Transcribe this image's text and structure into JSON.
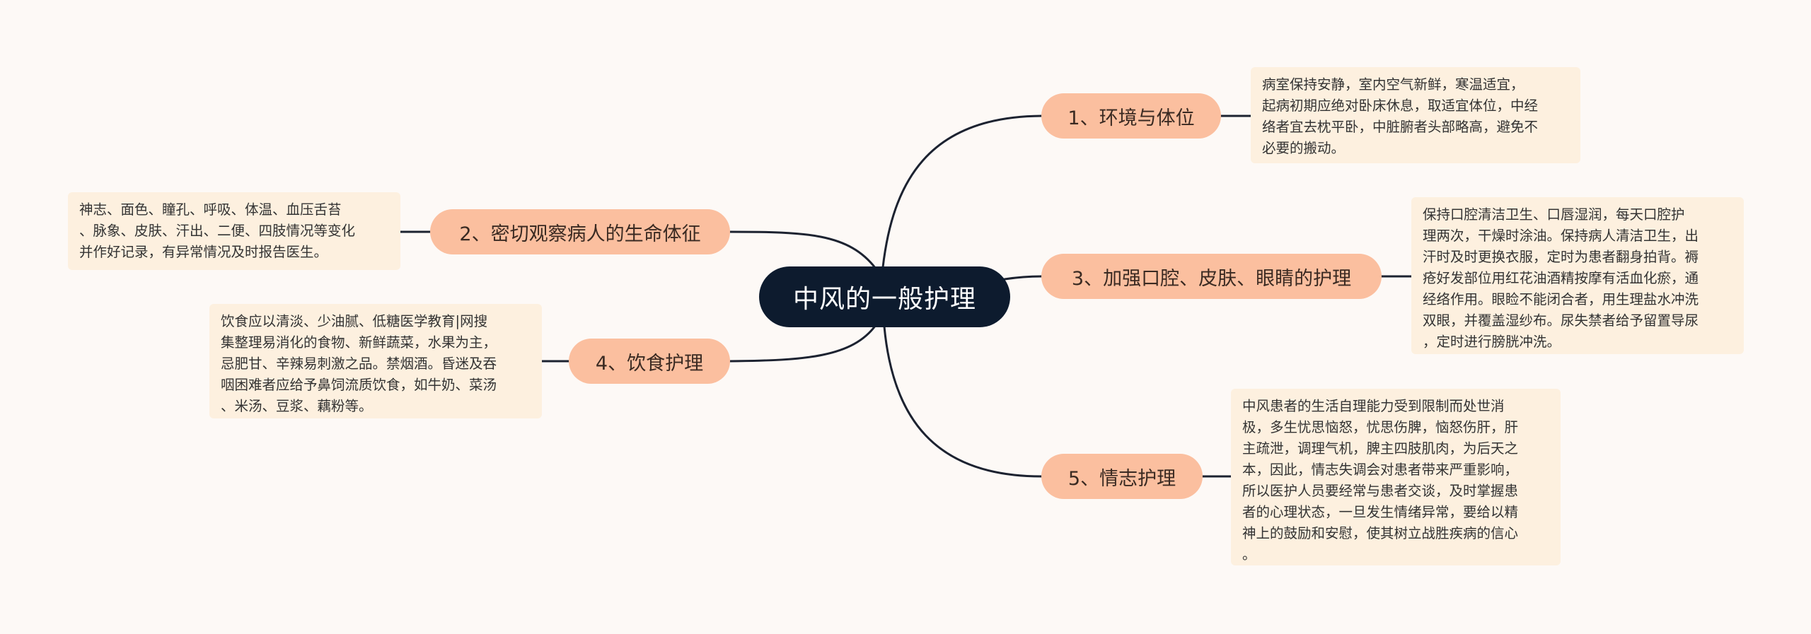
{
  "center": {
    "label": "中风的一般护理"
  },
  "branches": [
    {
      "label": "1、环境与体位",
      "note": "病室保持安静，室内空气新鲜，寒温适宜，\n起病初期应绝对卧床休息，取适宜体位，中经\n络者宜去枕平卧，中脏腑者头部略高，避免不\n必要的搬动。"
    },
    {
      "label": "2、密切观察病人的生命体征",
      "note": "神志、面色、瞳孔、呼吸、体温、血压舌苔\n、脉象、皮肤、汗出、二便、四肢情况等变化\n并作好记录，有异常情况及时报告医生。"
    },
    {
      "label": "3、加强口腔、皮肤、眼睛的护理",
      "note": "保持口腔清洁卫生、口唇湿润，每天口腔护\n理两次，干燥时涂油。保持病人清洁卫生，出\n汗时及时更换衣服，定时为患者翻身拍背。褥\n疮好发部位用红花油酒精按摩有活血化瘀，通\n经络作用。眼睑不能闭合者，用生理盐水冲洗\n双眼，并覆盖湿纱布。尿失禁者给予留置导尿\n，定时进行膀胱冲洗。"
    },
    {
      "label": "4、饮食护理",
      "note": "饮食应以清淡、少油腻、低糖医学教育|网搜\n集整理易消化的食物、新鲜蔬菜，水果为主，\n忌肥甘、辛辣易刺激之品。禁烟酒。昏迷及吞\n咽困难者应给予鼻饲流质饮食，如牛奶、菜汤\n、米汤、豆浆、藕粉等。"
    },
    {
      "label": "5、情志护理",
      "note": "中风患者的生活自理能力受到限制而处世消\n极，多生忧思恼怒，忧思伤脾，恼怒伤肝，肝\n主疏泄，调理气机，脾主四肢肌肉，为后天之\n本，因此，情志失调会对患者带来严重影响，\n所以医护人员要经常与患者交谈，及时掌握患\n者的心理状态，一旦发生情绪异常，要给以精\n神上的鼓励和安慰，使其树立战胜疾病的信心\n。"
    }
  ],
  "colors": {
    "background": "#fdf9f6",
    "center_fill": "#0d1b2e",
    "branch_fill": "#fbbf9f",
    "note_fill": "#fdf0df",
    "connector": "#1c2230"
  }
}
